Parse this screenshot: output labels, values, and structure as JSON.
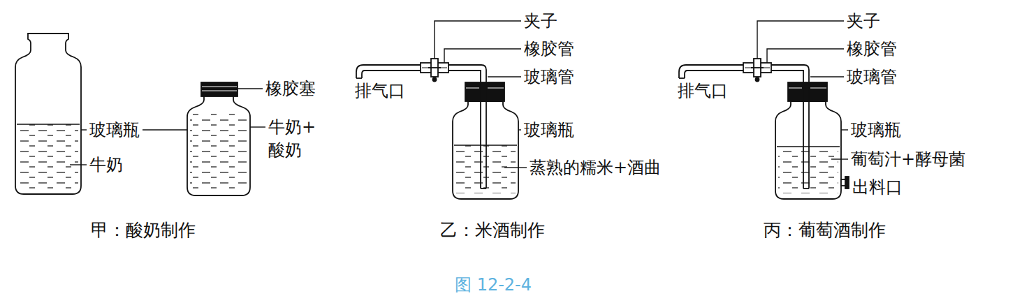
{
  "diagram": {
    "caption": "图 12-2-4",
    "labels": [
      "玻璃瓶",
      "牛奶",
      "橡胶塞",
      "牛奶+ 酸奶",
      "甲：酸奶制作",
      "夹子",
      "橡胶管",
      "排气口",
      "玻璃管",
      "玻璃瓶",
      "蒸熟的糯米+酒曲",
      "乙：米酒制作",
      "夹子",
      "橡胶管",
      "排气口",
      "玻璃管",
      "玻璃瓶",
      "葡萄汁+酵母菌",
      "出料口",
      "丙：葡萄酒制作"
    ]
  }
}
